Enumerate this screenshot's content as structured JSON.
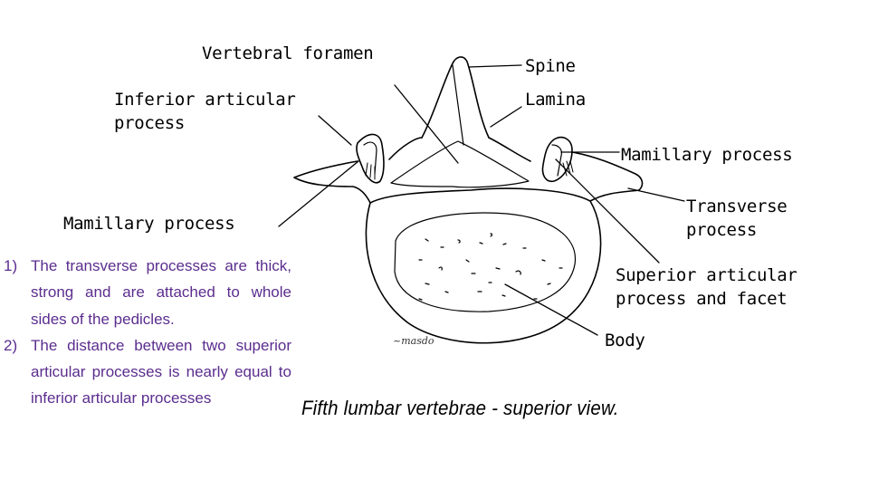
{
  "labels": {
    "vertebral_foramen": "Vertebral foramen",
    "spine": "Spine",
    "lamina": "Lamina",
    "inferior_articular_line1": "Inferior articular",
    "inferior_articular_line2": "process",
    "mamillary_right": "Mamillary process",
    "transverse_line1": "Transverse",
    "transverse_line2": "process",
    "mamillary_left": "Mamillary process",
    "superior_articular_line1": "Superior articular",
    "superior_articular_line2": "process and facet",
    "body": "Body"
  },
  "caption": "Fifth lumbar vertebrae - superior view.",
  "signature": "~masdo",
  "notes": [
    {
      "number": "1)",
      "text": "The transverse processes are thick, strong and are attached to whole sides of the pedicles."
    },
    {
      "number": "2)",
      "text": "The distance between two superior articular processes is nearly equal to inferior articular processes"
    }
  ],
  "colors": {
    "note_text": "#5b2d8e",
    "note_number": "#5b2d8e",
    "line": "#000000"
  }
}
